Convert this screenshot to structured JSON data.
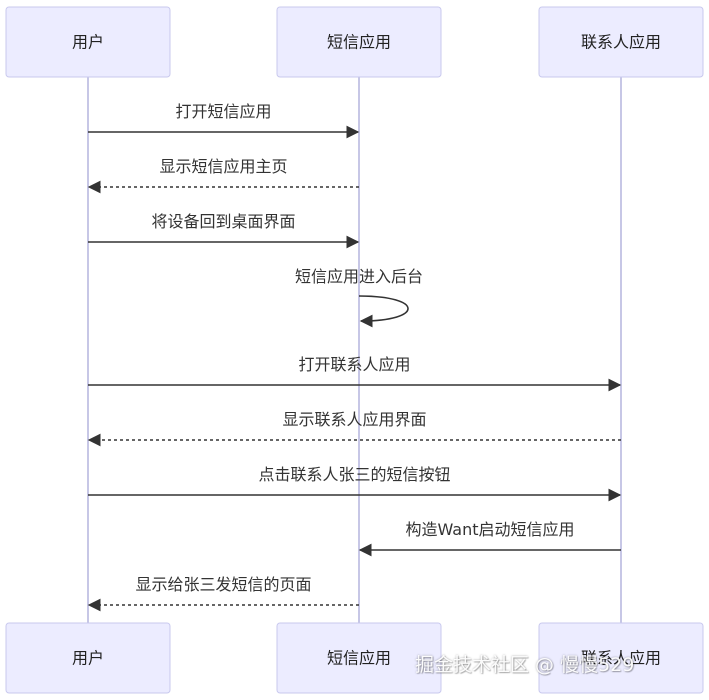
{
  "actors": [
    {
      "id": "user",
      "label": "用户"
    },
    {
      "id": "sms",
      "label": "短信应用"
    },
    {
      "id": "contacts",
      "label": "联系人应用"
    }
  ],
  "messages": [
    {
      "from": "user",
      "to": "sms",
      "text": "打开短信应用",
      "style": "solid"
    },
    {
      "from": "sms",
      "to": "user",
      "text": "显示短信应用主页",
      "style": "dashed"
    },
    {
      "from": "user",
      "to": "sms",
      "text": "将设备回到桌面界面",
      "style": "solid"
    },
    {
      "from": "sms",
      "to": "sms",
      "text": "短信应用进入后台",
      "style": "self"
    },
    {
      "from": "user",
      "to": "contacts",
      "text": "打开联系人应用",
      "style": "solid"
    },
    {
      "from": "contacts",
      "to": "user",
      "text": "显示联系人应用界面",
      "style": "dashed"
    },
    {
      "from": "user",
      "to": "contacts",
      "text": "点击联系人张三的短信按钮",
      "style": "solid"
    },
    {
      "from": "contacts",
      "to": "sms",
      "text": "构造Want启动短信应用",
      "style": "solid"
    },
    {
      "from": "sms",
      "to": "user",
      "text": "显示给张三发短信的页面",
      "style": "dashed"
    }
  ],
  "watermark": "掘金技术社区 @ 慢慢529",
  "colors": {
    "actor_fill": "#ececff",
    "actor_stroke": "#c9c9ee",
    "lifeline": "#c7c7e6",
    "line": "#333333"
  }
}
